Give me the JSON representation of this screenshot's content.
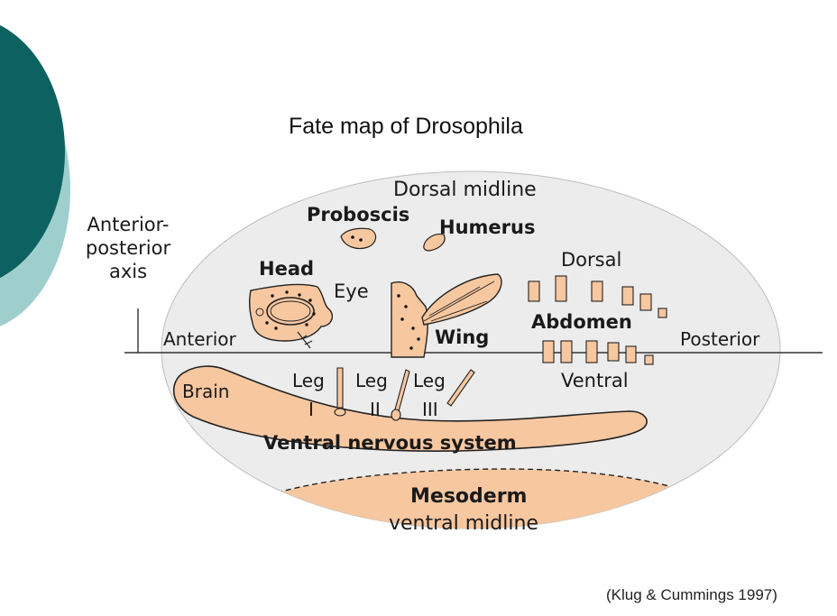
{
  "title": "Fate map of Drosophila",
  "citation": "(Klug & Cummings 1997)",
  "axis_label": [
    "Anterior-",
    "posterior",
    "axis"
  ],
  "labels": {
    "dorsal_midline": "Dorsal midline",
    "proboscis": "Proboscis",
    "humerus": "Humerus",
    "head": "Head",
    "eye": "Eye",
    "dorsal": "Dorsal",
    "abdomen": "Abdomen",
    "anterior": "Anterior",
    "wing": "Wing",
    "posterior": "Posterior",
    "brain": "Brain",
    "leg1_a": "Leg",
    "leg1_b": "I",
    "leg2_a": "Leg",
    "leg2_b": "II",
    "leg3_a": "Leg",
    "leg3_b": "III",
    "ventral": "Ventral",
    "vns": "Ventral nervous system",
    "mesoderm": "Mesoderm",
    "ventral_midline": "ventral midline"
  },
  "colors": {
    "tissue": "#f7c7a0",
    "egg": "#ececec",
    "deco_dark": "#0d6261",
    "deco_light": "#9fcfcd"
  }
}
